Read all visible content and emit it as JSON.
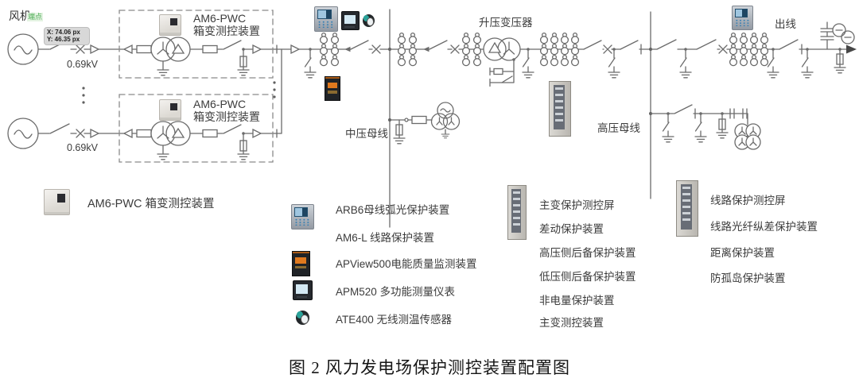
{
  "caption": "图 2 风力发电场保护测控装置配置图",
  "diagram": {
    "wind_turbine": "风机",
    "snap_point": "端点",
    "tooltip_x": "X: 74.06 px",
    "tooltip_y": "Y: 46.35 px",
    "voltage1": "0.69kV",
    "voltage2": "0.69kV",
    "box1": {
      "line1": "AM6-PWC",
      "line2": "箱变测控装置"
    },
    "box2": {
      "line1": "AM6-PWC",
      "line2": "箱变测控装置"
    },
    "mv_bus": "中压母线",
    "step_up": "升压变压器",
    "hv_bus": "高压母线",
    "outgoing": "出线"
  },
  "legend": {
    "item_am6pwc": "AM6-PWC  箱变测控装置",
    "col2": [
      "ARB6母线弧光保护装置",
      "AM6-L  线路保护装置",
      "APView500电能质量监测装置",
      "APM520  多功能测量仪表",
      "ATE400  无线测温传感器"
    ],
    "col3": [
      "主变保护测控屏",
      "差动保护装置",
      "高压侧后备保护装置",
      "低压侧后备保护装置",
      "非电量保护装置",
      "主变测控装置"
    ],
    "col4": [
      "线路保护测控屏",
      "线路光纤纵差保护装置",
      "距离保护装置",
      "防孤岛保护装置"
    ]
  },
  "icons": {
    "box_controller": "am6-pwc-box-device",
    "relay_panel": "protection-relay-device",
    "power_quality_monitor": "apview500-device",
    "multifunction_meter": "apm520-meter",
    "wireless_temp_sensor": "ate400-sensor",
    "protection_cabinet": "protection-cabinet"
  },
  "colors": {
    "line": "#6b6b6b",
    "dashed_box": "#8a8a8a",
    "text": "#3b3b3b",
    "annotation_green": "#4fae57",
    "tooltip_bg": "#d8d8d8",
    "apview_accent": "#e0791e",
    "relay_screen": "#2c5d85"
  }
}
